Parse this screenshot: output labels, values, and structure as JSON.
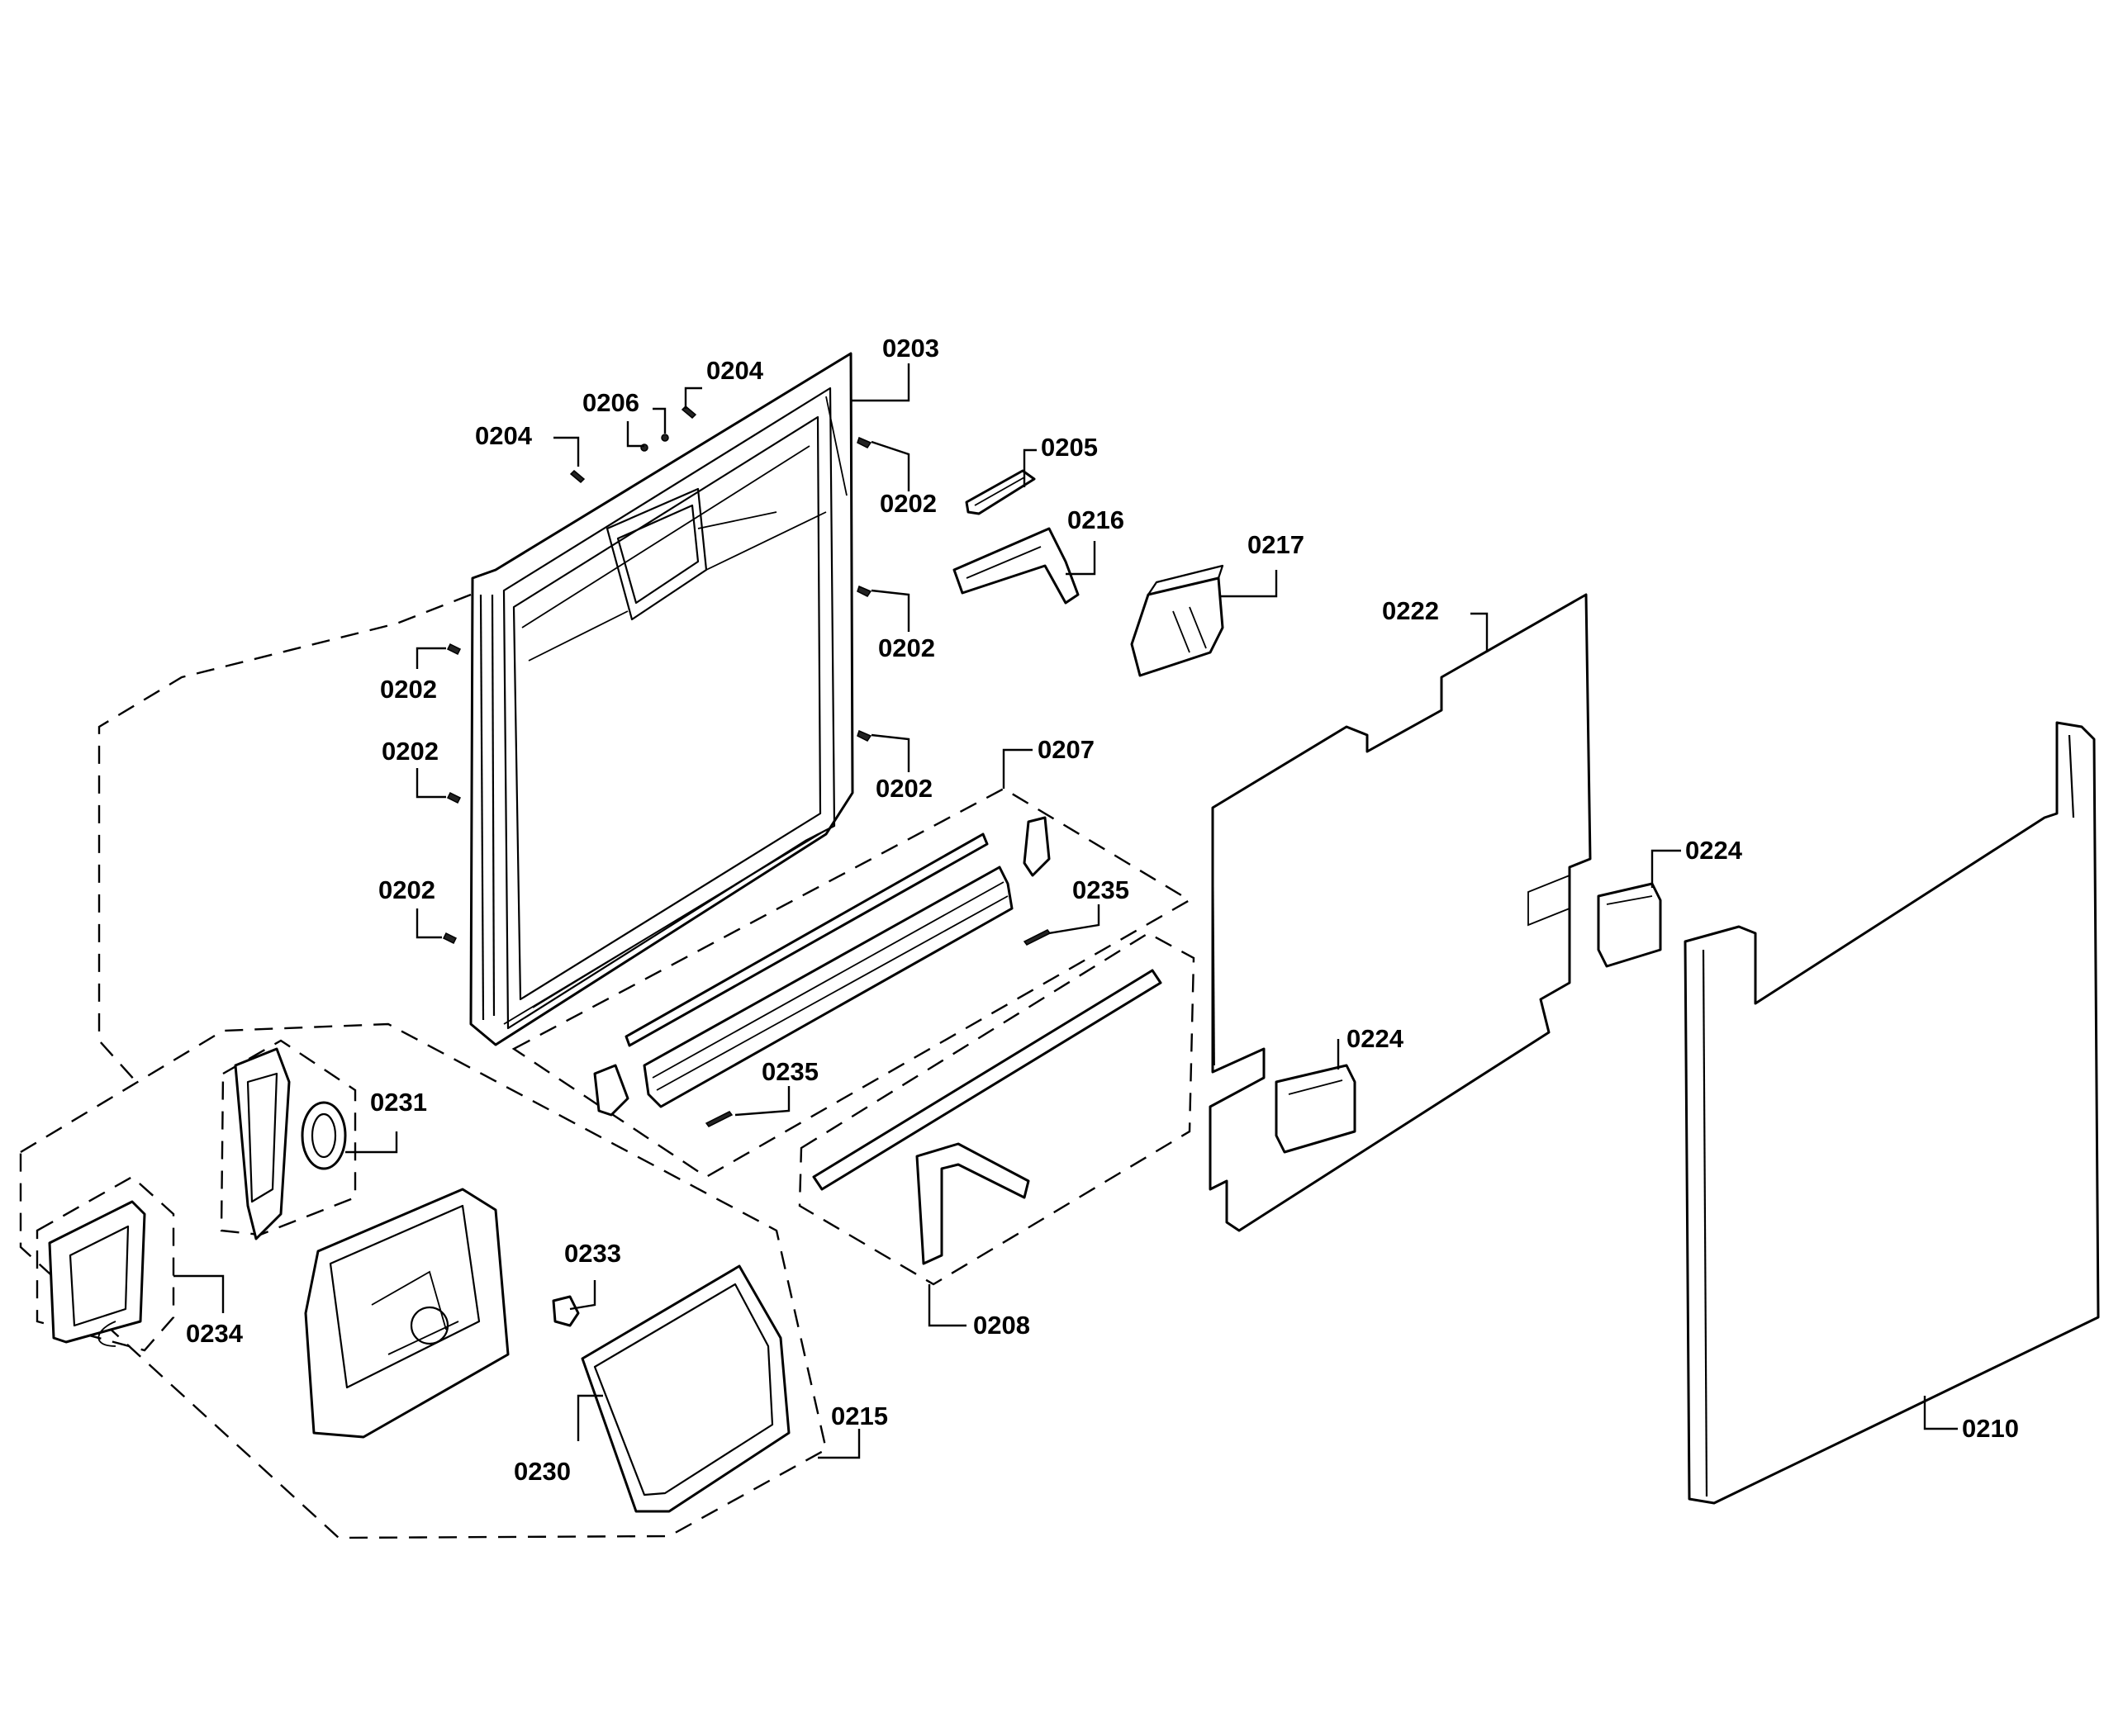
{
  "labels": {
    "l0203": "0203",
    "l0204a": "0204",
    "l0204b": "0204",
    "l0206": "0206",
    "l0202a": "0202",
    "l0202b": "0202",
    "l0202c": "0202",
    "l0202d": "0202",
    "l0202e": "0202",
    "l0202f": "0202",
    "l0205": "0205",
    "l0216": "0216",
    "l0217": "0217",
    "l0222": "0222",
    "l0207": "0207",
    "l0235a": "0235",
    "l0235b": "0235",
    "l0224a": "0224",
    "l0224b": "0224",
    "l0231": "0231",
    "l0208": "0208",
    "l0233": "0233",
    "l0234": "0234",
    "l0215": "0215",
    "l0230": "0230",
    "l0210": "0210"
  }
}
